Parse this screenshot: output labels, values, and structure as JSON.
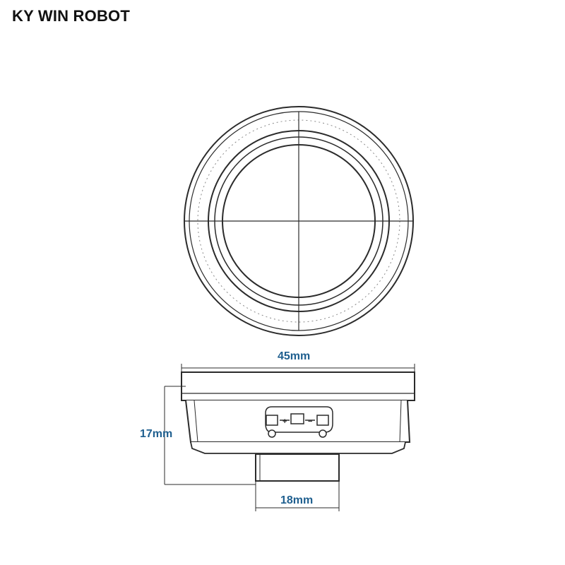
{
  "brand": {
    "name": "KY WIN ROBOT"
  },
  "dimensions": {
    "outer_diameter": "45mm",
    "height": "17mm",
    "base_diameter": "18mm"
  },
  "terminal": {
    "plus": "+",
    "minus": "−"
  },
  "colors": {
    "line": "#2b2b2b",
    "dimension_text": "#1f5f8f",
    "background": "#ffffff"
  }
}
